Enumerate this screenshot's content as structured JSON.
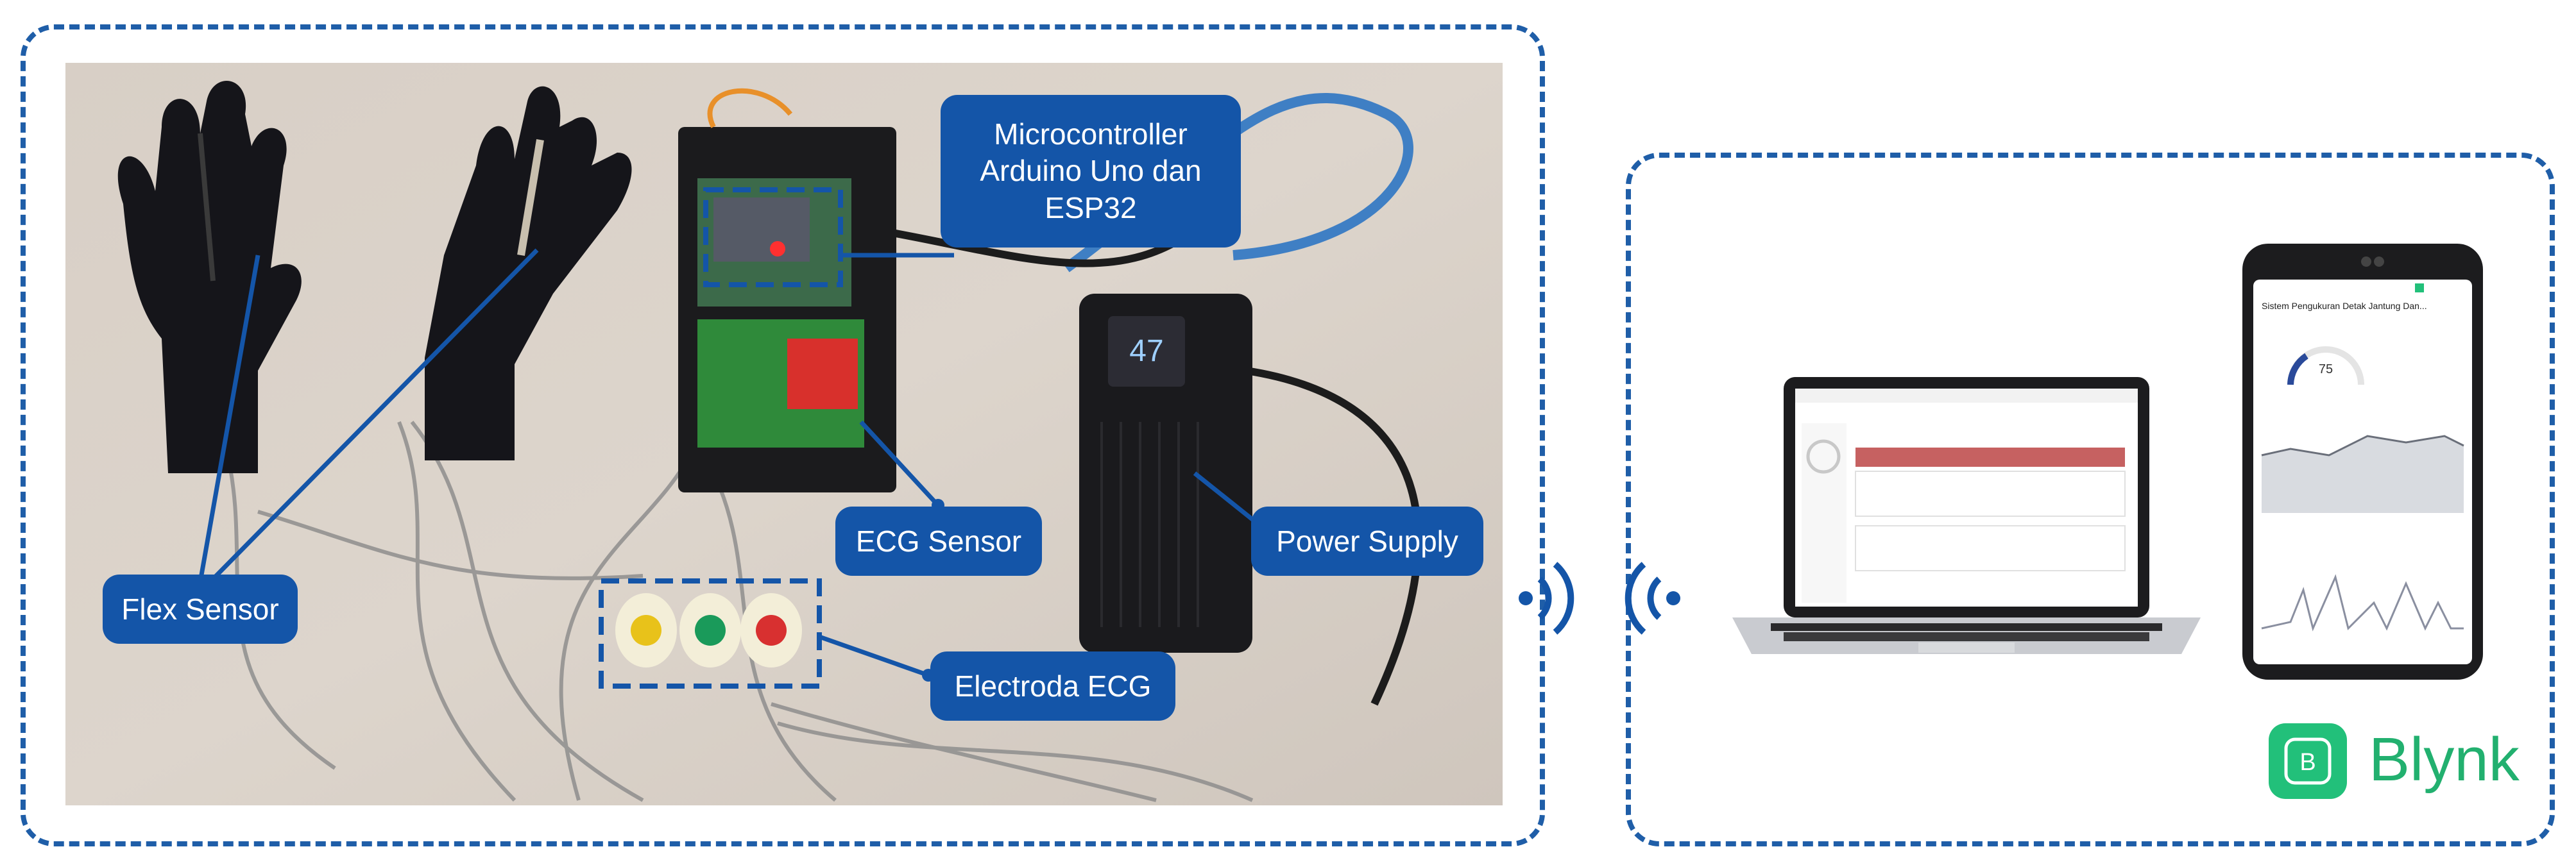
{
  "callouts": {
    "mcu_line1": "Microcontroller",
    "mcu_line2": "Arduino Uno dan",
    "mcu_line3": "ESP32",
    "ecg_sensor": "ECG Sensor",
    "power_supply": "Power Supply",
    "flex_sensor": "Flex Sensor",
    "electroda": "Electroda ECG"
  },
  "power_bank_display": "47",
  "phone": {
    "title": "Sistem Pengukuran Detak Jantung Dan...",
    "gauge_value": "75"
  },
  "brand": {
    "logo_letter": "B",
    "name": "Blynk"
  },
  "colors": {
    "accent_blue": "#1455a8",
    "blynk_green": "#22c07a"
  }
}
